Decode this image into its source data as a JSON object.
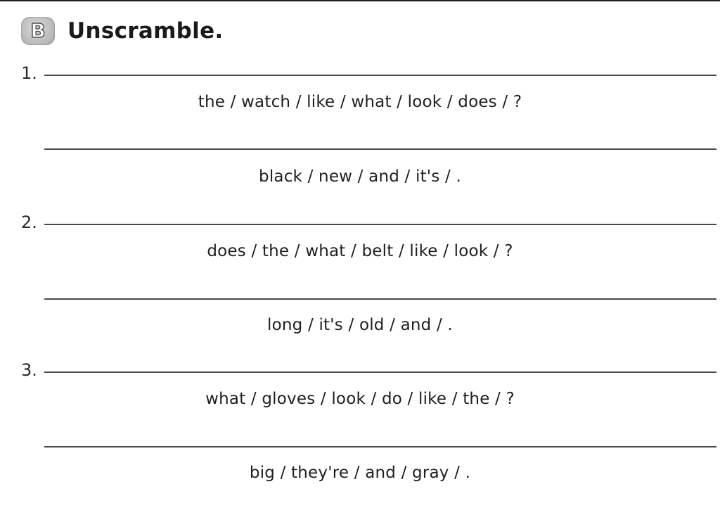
{
  "section": {
    "badge_letter": "B",
    "title": "Unscramble."
  },
  "items": [
    {
      "number": "1.",
      "prompts": [
        "the / watch / like / what / look / does / ?",
        "black / new / and / it's / ."
      ]
    },
    {
      "number": "2.",
      "prompts": [
        "does / the / what / belt / like / look / ?",
        "long / it's / old / and / ."
      ]
    },
    {
      "number": "3.",
      "prompts": [
        "what / gloves / look / do / like / the / ?",
        "big / they're / and / gray / ."
      ]
    }
  ]
}
